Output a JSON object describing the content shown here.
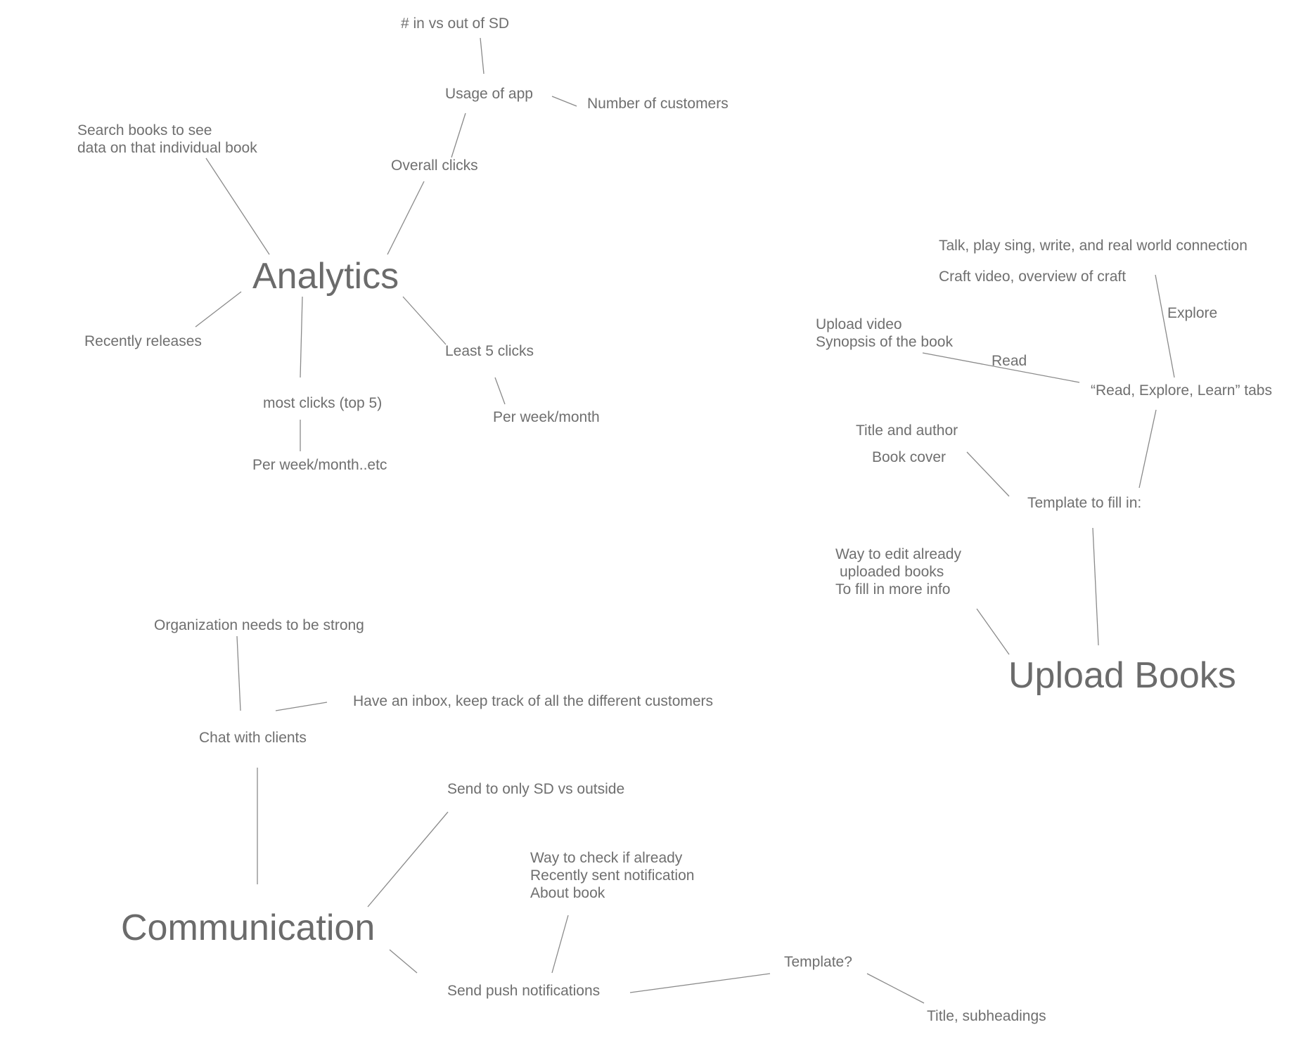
{
  "hubs": {
    "analytics": "Analytics",
    "upload_books": "Upload Books",
    "communication": "Communication"
  },
  "analytics": {
    "in_vs_out_sd": "# in vs out of SD",
    "usage_of_app": "Usage of app",
    "number_of_customers": "Number of customers",
    "search_books": [
      "Search books to see",
      "data on that individual book"
    ],
    "overall_clicks": "Overall clicks",
    "recently_releases": "Recently releases",
    "least_5_clicks": "Least 5 clicks",
    "per_week_month": "Per week/month",
    "most_clicks": "most clicks (top 5)",
    "per_week_month_etc": "Per week/month..etc"
  },
  "upload": {
    "talk_play": "Talk, play sing, write, and real world connection",
    "craft_video": "Craft video, overview of craft",
    "explore": "Explore",
    "upload_video": [
      "Upload video",
      "Synopsis of the book"
    ],
    "read": "Read",
    "tabs": "“Read, Explore, Learn” tabs",
    "title_author": "Title and author",
    "book_cover": "Book cover",
    "template": "Template to fill in:",
    "edit_books": [
      "Way to edit already",
      "uploaded books",
      "To fill in more info"
    ]
  },
  "communication": {
    "organization": "Organization needs to be strong",
    "inbox": "Have an inbox, keep track of all the different customers",
    "chat_clients": "Chat with clients",
    "send_sd": "Send to only SD vs outside",
    "check_already": [
      "Way to check if already",
      "Recently sent notification",
      "About book"
    ],
    "push_notifications": "Send push notifications",
    "template_q": "Template?",
    "title_subheadings": "Title, subheadings"
  },
  "colors": {
    "text": "#6b6b6b",
    "connector": "#8a8a8a",
    "background": "#ffffff"
  }
}
